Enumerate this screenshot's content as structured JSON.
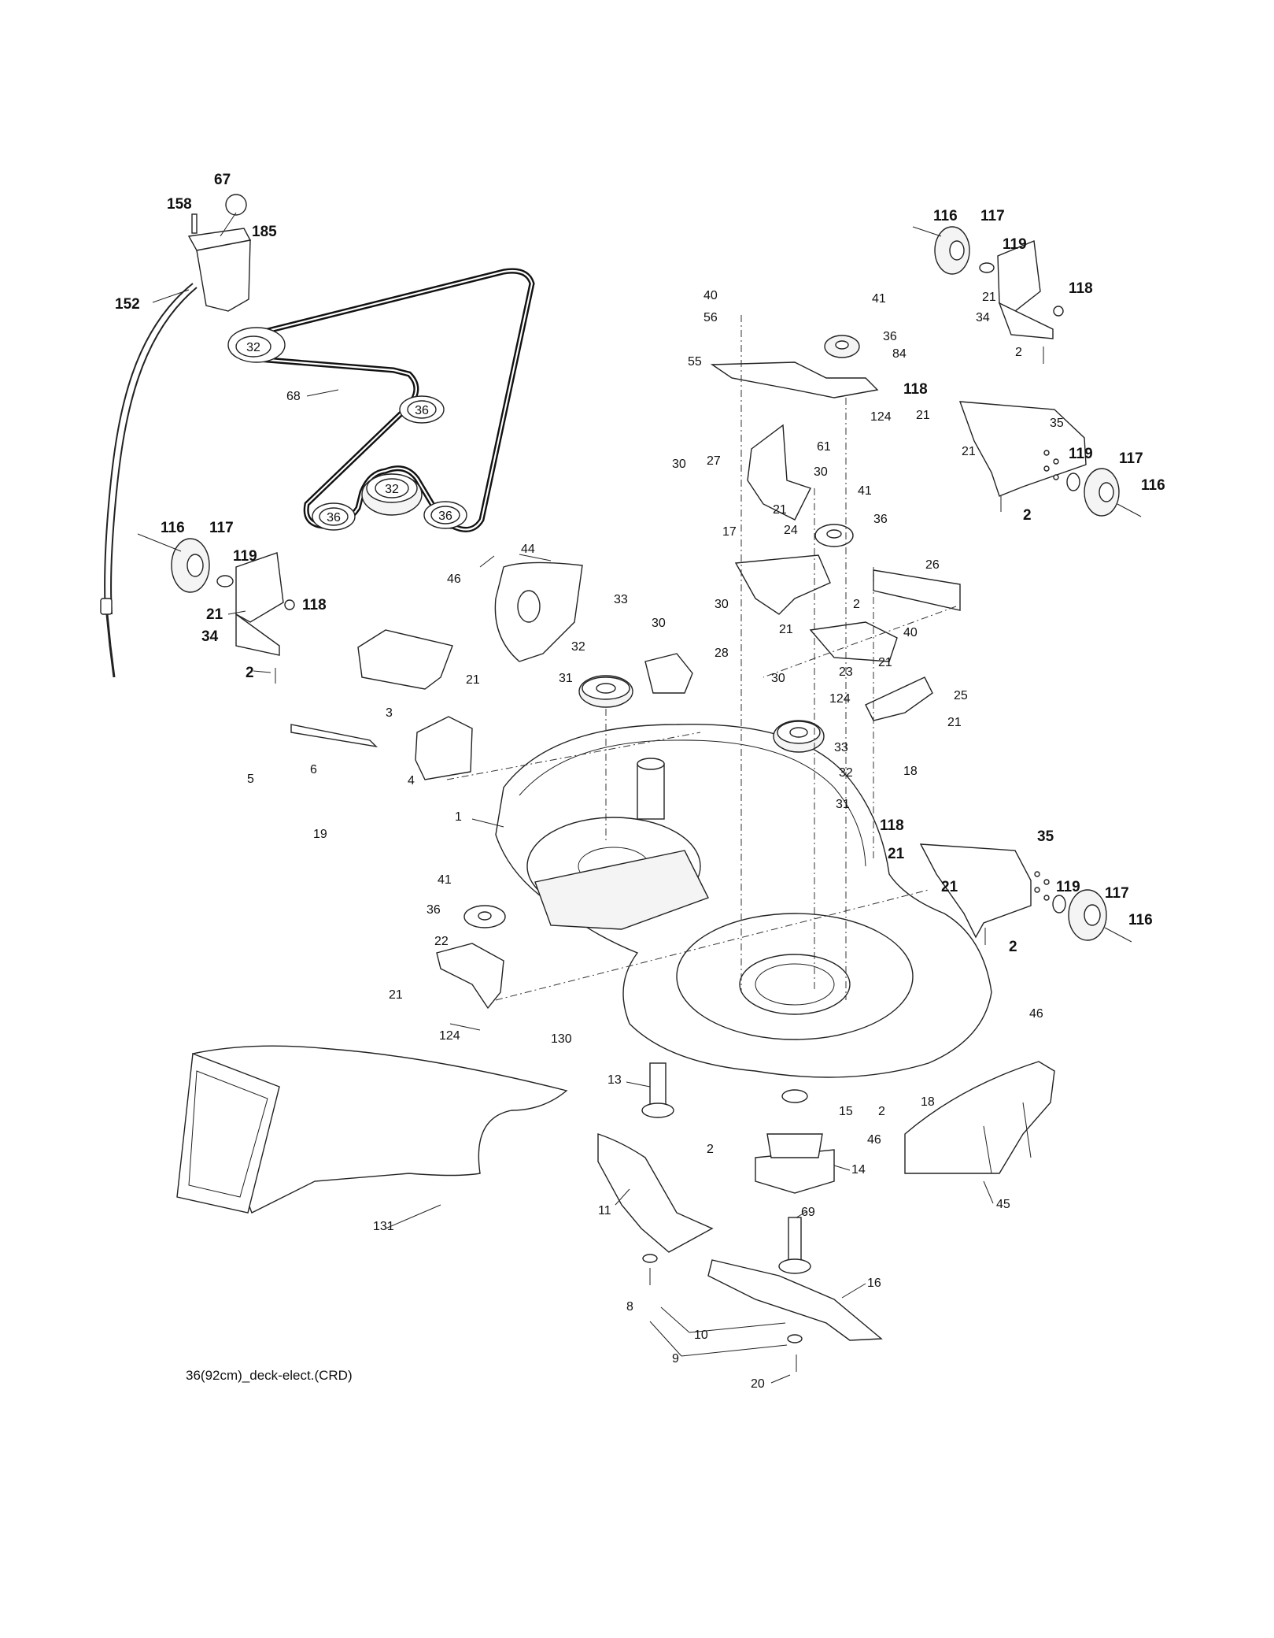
{
  "caption": "36(92cm)_deck-elect.(CRD)",
  "belt_pulley_labels": {
    "p1": "32",
    "p2": "36",
    "p3": "32",
    "p4": "36",
    "p5": "36"
  },
  "callouts": [
    {
      "id": "c-67",
      "text": "67",
      "bold": true
    },
    {
      "id": "c-158",
      "text": "158",
      "bold": true
    },
    {
      "id": "c-185",
      "text": "185",
      "bold": true
    },
    {
      "id": "c-152",
      "text": "152",
      "bold": true
    },
    {
      "id": "c-68",
      "text": "68",
      "bold": false
    },
    {
      "id": "c-116a",
      "text": "116",
      "bold": true
    },
    {
      "id": "c-117a",
      "text": "117",
      "bold": true
    },
    {
      "id": "c-119a",
      "text": "119",
      "bold": true
    },
    {
      "id": "c-21a",
      "text": "21",
      "bold": true
    },
    {
      "id": "c-118a",
      "text": "118",
      "bold": true
    },
    {
      "id": "c-34a",
      "text": "34",
      "bold": true
    },
    {
      "id": "c-2a",
      "text": "2",
      "bold": true
    },
    {
      "id": "c-46a",
      "text": "46",
      "bold": false
    },
    {
      "id": "c-44",
      "text": "44",
      "bold": false
    },
    {
      "id": "c-3",
      "text": "3",
      "bold": false
    },
    {
      "id": "c-21b",
      "text": "21",
      "bold": false
    },
    {
      "id": "c-5",
      "text": "5",
      "bold": false
    },
    {
      "id": "c-6",
      "text": "6",
      "bold": false
    },
    {
      "id": "c-4",
      "text": "4",
      "bold": false
    },
    {
      "id": "c-19",
      "text": "19",
      "bold": false
    },
    {
      "id": "c-33a",
      "text": "33",
      "bold": false
    },
    {
      "id": "c-32a",
      "text": "32",
      "bold": false
    },
    {
      "id": "c-31a",
      "text": "31",
      "bold": false
    },
    {
      "id": "c-30a",
      "text": "30",
      "bold": false
    },
    {
      "id": "c-30b",
      "text": "30",
      "bold": false
    },
    {
      "id": "c-28",
      "text": "28",
      "bold": false
    },
    {
      "id": "c-40a",
      "text": "40",
      "bold": false
    },
    {
      "id": "c-56",
      "text": "56",
      "bold": false
    },
    {
      "id": "c-41a",
      "text": "41",
      "bold": false
    },
    {
      "id": "c-36a",
      "text": "36",
      "bold": false
    },
    {
      "id": "c-84",
      "text": "84",
      "bold": false
    },
    {
      "id": "c-55",
      "text": "55",
      "bold": false
    },
    {
      "id": "c-124a",
      "text": "124",
      "bold": false
    },
    {
      "id": "c-61",
      "text": "61",
      "bold": false
    },
    {
      "id": "c-30c",
      "text": "30",
      "bold": false
    },
    {
      "id": "c-27",
      "text": "27",
      "bold": false
    },
    {
      "id": "c-30d",
      "text": "30",
      "bold": false
    },
    {
      "id": "c-41b",
      "text": "41",
      "bold": false
    },
    {
      "id": "c-17",
      "text": "17",
      "bold": false
    },
    {
      "id": "c-21c",
      "text": "21",
      "bold": false
    },
    {
      "id": "c-36b",
      "text": "36",
      "bold": false
    },
    {
      "id": "c-24",
      "text": "24",
      "bold": false
    },
    {
      "id": "c-26",
      "text": "26",
      "bold": false
    },
    {
      "id": "c-2b",
      "text": "2",
      "bold": false
    },
    {
      "id": "c-21d",
      "text": "21",
      "bold": false
    },
    {
      "id": "c-40b",
      "text": "40",
      "bold": false
    },
    {
      "id": "c-23",
      "text": "23",
      "bold": false
    },
    {
      "id": "c-21e",
      "text": "21",
      "bold": false
    },
    {
      "id": "c-25",
      "text": "25",
      "bold": false
    },
    {
      "id": "c-30e",
      "text": "30",
      "bold": false
    },
    {
      "id": "c-124b",
      "text": "124",
      "bold": false
    },
    {
      "id": "c-21f",
      "text": "21",
      "bold": false
    },
    {
      "id": "c-33b",
      "text": "33",
      "bold": false
    },
    {
      "id": "c-32b",
      "text": "32",
      "bold": false
    },
    {
      "id": "c-31b",
      "text": "31",
      "bold": false
    },
    {
      "id": "c-18a",
      "text": "18",
      "bold": false
    },
    {
      "id": "c-116b",
      "text": "116",
      "bold": true
    },
    {
      "id": "c-117b",
      "text": "117",
      "bold": true
    },
    {
      "id": "c-119b",
      "text": "119",
      "bold": true
    },
    {
      "id": "c-21g",
      "text": "21",
      "bold": false
    },
    {
      "id": "c-118b",
      "text": "118",
      "bold": true
    },
    {
      "id": "c-34b",
      "text": "34",
      "bold": false
    },
    {
      "id": "c-2c",
      "text": "2",
      "bold": false
    },
    {
      "id": "c-118c",
      "text": "118",
      "bold": true
    },
    {
      "id": "c-21h",
      "text": "21",
      "bold": false
    },
    {
      "id": "c-35a",
      "text": "35",
      "bold": false
    },
    {
      "id": "c-21i",
      "text": "21",
      "bold": false
    },
    {
      "id": "c-119c",
      "text": "119",
      "bold": true
    },
    {
      "id": "c-117c",
      "text": "117",
      "bold": true
    },
    {
      "id": "c-116c",
      "text": "116",
      "bold": true
    },
    {
      "id": "c-2d",
      "text": "2",
      "bold": true
    },
    {
      "id": "c-118d",
      "text": "118",
      "bold": true
    },
    {
      "id": "c-21j",
      "text": "21",
      "bold": true
    },
    {
      "id": "c-35b",
      "text": "35",
      "bold": true
    },
    {
      "id": "c-21k",
      "text": "21",
      "bold": true
    },
    {
      "id": "c-119d",
      "text": "119",
      "bold": true
    },
    {
      "id": "c-117d",
      "text": "117",
      "bold": true
    },
    {
      "id": "c-116d",
      "text": "116",
      "bold": true
    },
    {
      "id": "c-2e",
      "text": "2",
      "bold": true
    },
    {
      "id": "c-1",
      "text": "1",
      "bold": false
    },
    {
      "id": "c-41c",
      "text": "41",
      "bold": false
    },
    {
      "id": "c-36c",
      "text": "36",
      "bold": false
    },
    {
      "id": "c-22",
      "text": "22",
      "bold": false
    },
    {
      "id": "c-21l",
      "text": "21",
      "bold": false
    },
    {
      "id": "c-124c",
      "text": "124",
      "bold": false
    },
    {
      "id": "c-130",
      "text": "130",
      "bold": false
    },
    {
      "id": "c-46b",
      "text": "46",
      "bold": false
    },
    {
      "id": "c-13",
      "text": "13",
      "bold": false
    },
    {
      "id": "c-15",
      "text": "15",
      "bold": false
    },
    {
      "id": "c-2f",
      "text": "2",
      "bold": false
    },
    {
      "id": "c-18b",
      "text": "18",
      "bold": false
    },
    {
      "id": "c-2g",
      "text": "2",
      "bold": false
    },
    {
      "id": "c-46c",
      "text": "46",
      "bold": false
    },
    {
      "id": "c-14",
      "text": "14",
      "bold": false
    },
    {
      "id": "c-45",
      "text": "45",
      "bold": false
    },
    {
      "id": "c-131",
      "text": "131",
      "bold": false
    },
    {
      "id": "c-11",
      "text": "11",
      "bold": false
    },
    {
      "id": "c-69",
      "text": "69",
      "bold": false
    },
    {
      "id": "c-16",
      "text": "16",
      "bold": false
    },
    {
      "id": "c-8",
      "text": "8",
      "bold": false
    },
    {
      "id": "c-10",
      "text": "10",
      "bold": false
    },
    {
      "id": "c-9",
      "text": "9",
      "bold": false
    },
    {
      "id": "c-20",
      "text": "20",
      "bold": false
    }
  ]
}
